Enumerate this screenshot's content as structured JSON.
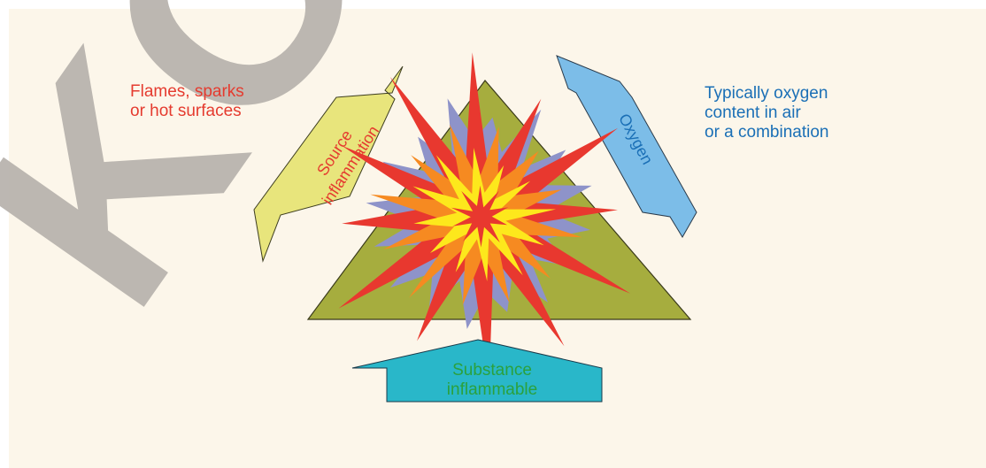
{
  "colors": {
    "background": "#fcf6ea",
    "triangle": "#a6ad3e",
    "source_arrow": "#e8e57c",
    "oxygen_arrow": "#7cbde8",
    "substance_arrow": "#29b7c9",
    "starburst_outer": "#e8382f",
    "starburst_mid": "#f68a21",
    "starburst_inner": "#fde81c",
    "starburst_back": "#8e93c9",
    "watermark": "#b9b4ae",
    "red_text": "#e53b2f",
    "blue_text": "#1a6fb6",
    "green_text": "#2aa13d"
  },
  "watermark": {
    "text": "KO"
  },
  "annotations": {
    "ignition_note": [
      "Flames, sparks",
      "or hot surfaces"
    ],
    "oxygen_note": [
      "Typically oxygen",
      "content in air",
      "or a combination"
    ]
  },
  "arrows": {
    "source": {
      "lines": [
        "Source",
        "inflammation"
      ],
      "icon": "arrow-icon"
    },
    "oxygen": {
      "lines": [
        "Oxygen"
      ],
      "icon": "arrow-icon"
    },
    "substance": {
      "lines": [
        "Substance",
        "inflammable"
      ],
      "icon": "arrow-icon"
    }
  },
  "central_figure": {
    "shape": "fire-triangle",
    "icon": "explosion-icon"
  }
}
